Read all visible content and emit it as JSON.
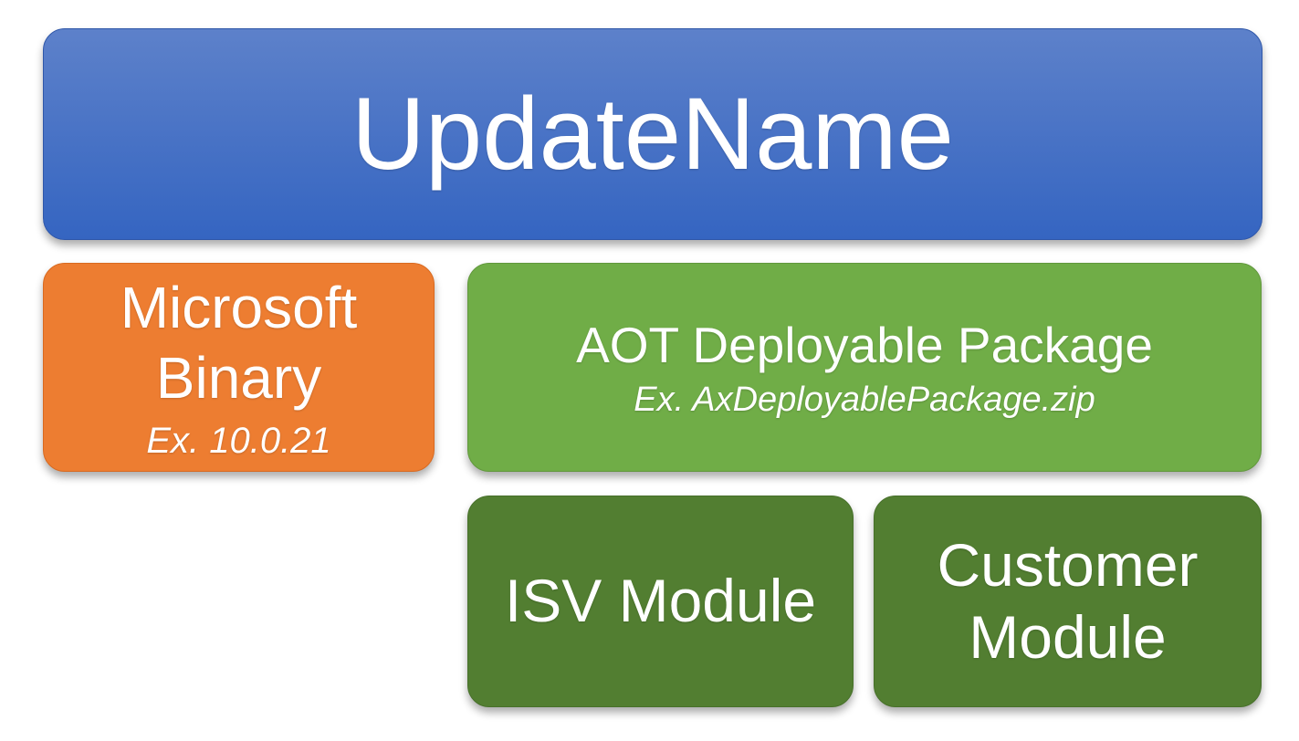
{
  "diagram": {
    "update_name": {
      "label": "UpdateName"
    },
    "microsoft_binary": {
      "label": "Microsoft Binary",
      "example": "Ex. 10.0.21"
    },
    "aot_deployable_package": {
      "label": "AOT Deployable Package",
      "example": "Ex. AxDeployablePackage.zip"
    },
    "isv_module": {
      "label": "ISV Module"
    },
    "customer_module": {
      "label": "Customer Module"
    }
  },
  "colors": {
    "blue_gradient_top": "#5d81ca",
    "blue_gradient_bottom": "#3565c1",
    "blue_border": "#2f57a9",
    "orange_fill": "#ed7d31",
    "orange_border": "#d96a20",
    "light_green_fill": "#70ad47",
    "light_green_border": "#61983c",
    "dark_green_fill": "#527e31",
    "dark_green_border": "#47702a",
    "text": "#ffffff",
    "background": "#ffffff"
  }
}
